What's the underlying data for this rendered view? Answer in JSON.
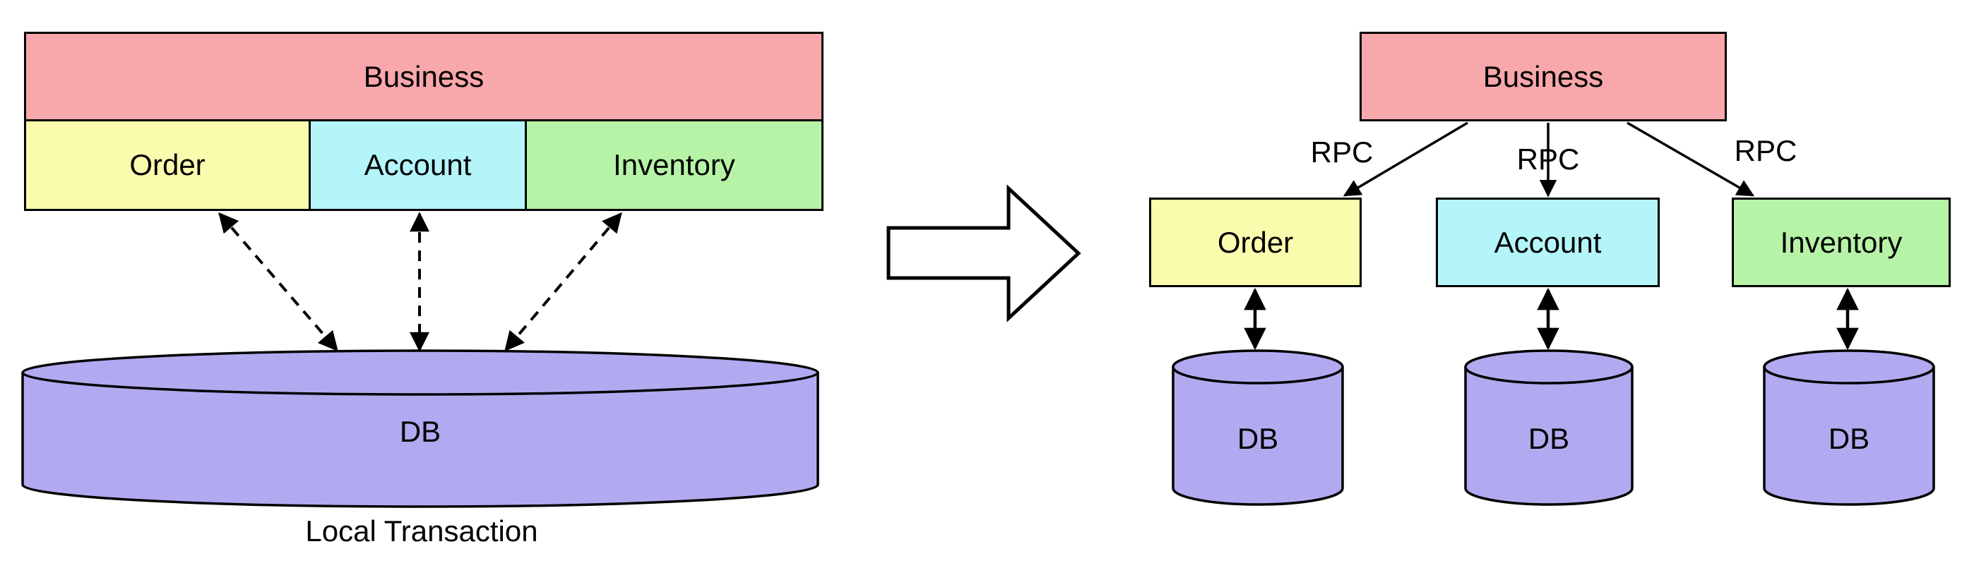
{
  "colors": {
    "business_box": "#f8a7aa",
    "order_box": "#fbfbae",
    "account_box": "#b4f5fa",
    "inventory_box": "#b6f3a7",
    "db_cylinder": "#b2aaf0",
    "line_stroke": "#000000",
    "transform_arrow_fill": "#ffffff",
    "background": "#ffffff"
  },
  "monolith": {
    "business_label": "Business",
    "modules": [
      {
        "label": "Order"
      },
      {
        "label": "Account"
      },
      {
        "label": "Inventory"
      }
    ],
    "db_label": "DB",
    "caption": "Local Transaction"
  },
  "transform": {
    "icon": "right-block-arrow"
  },
  "microservices": {
    "business_label": "Business",
    "services": [
      {
        "label": "Order",
        "edge_label": "RPC",
        "db_label": "DB"
      },
      {
        "label": "Account",
        "edge_label": "RPC",
        "db_label": "DB"
      },
      {
        "label": "Inventory",
        "edge_label": "RPC",
        "db_label": "DB"
      }
    ]
  }
}
